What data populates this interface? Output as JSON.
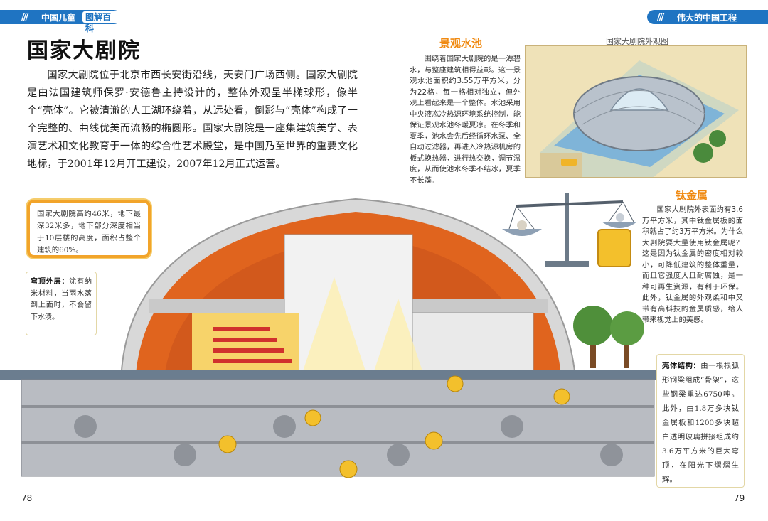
{
  "header": {
    "left_brand": "中国儿童",
    "left_tag": "图解百科",
    "right_title": "伟大的中国工程"
  },
  "page": {
    "title": "国家大剧院",
    "intro": "国家大剧院位于北京市西长安街沿线，天安门广场西侧。国家大剧院是由法国建筑师保罗·安德鲁主持设计的，整体外观呈半椭球形，像半个“壳体”。它被清澈的人工湖环绕着，从远处看，倒影与“壳体”构成了一个完整的、曲线优美而流畅的椭圆形。国家大剧院是一座集建筑美学、表演艺术和文化教育于一体的综合性艺术殿堂，是中国乃至世界的重要文化地标，于2001年12月开工建设，2007年12月正式运营。"
  },
  "pool": {
    "title": "景观水池",
    "text": "围绕着国家大剧院的是一潭碧水，与整座建筑相得益彰。这一景观水池面积约3.55万平方米，分为22格，每一格相对独立，但外观上看起来是一个整体。水池采用中央液态冷热源环境系统控制，能保证景观水池冬暖夏凉。在冬季和夏季，池水会先后经循环水泵、全自动过滤器，再进入冷热源机房的板式换热器，进行热交换，调节温度，从而使池水冬季不结冰，夏季不长藻。"
  },
  "figure": {
    "caption": "国家大剧院外观图"
  },
  "titanium": {
    "title": "钛金属",
    "text": "国家大剧院外表面约有3.6万平方米，其中钛金属板的面积就占了约3万平方米。为什么大剧院要大量使用钛金属呢？这是因为钛金属的密度相对较小，可降低建筑的整体重量，而且它强度大且耐腐蚀，是一种可再生资源，有利于环保。此外，钛金属的外观柔和中又带有高科技的金属质感，给人带来视觉上的美感。"
  },
  "depth_box": {
    "text": "国家大剧院高约46米，地下最深32米多，地下部分深度相当于10层楼的高度，面积占整个建筑的60%。"
  },
  "dome_box": {
    "lead": "穹顶外层：",
    "text": "涂有纳米材料，当雨水落到上面时，不会留下水渍。"
  },
  "shell_box": {
    "lead": "壳体结构：",
    "text": "由一根根弧形钢梁组成“骨架”，这些钢梁重达6750吨。此外，由1.8万多块钛金属板和1200多块超白透明玻璃拼接组成约3.6万平方米的巨大穹顶，在阳光下熠熠生辉。"
  },
  "page_numbers": {
    "left": "78",
    "right": "79"
  },
  "colors": {
    "header_blue": "#1f74c2",
    "accent_orange": "#f08a12",
    "dome_orange": "#e0641e",
    "pool_blue": "#7fb4d8"
  }
}
